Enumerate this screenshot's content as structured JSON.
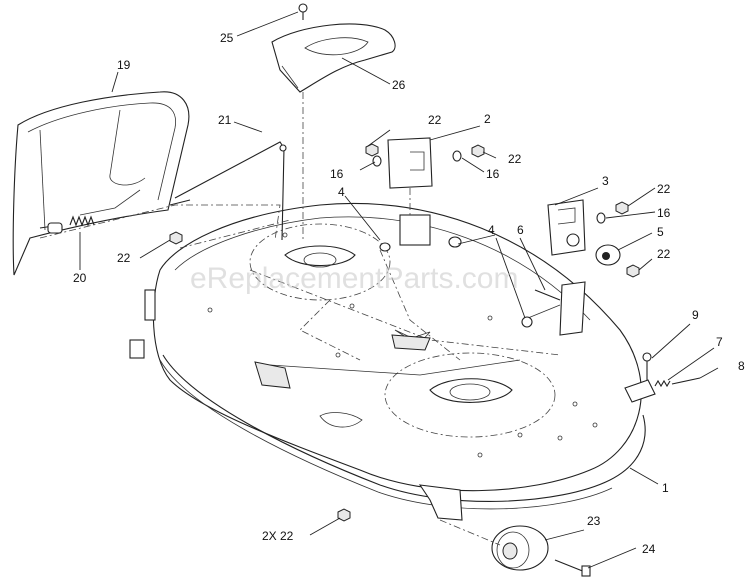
{
  "watermark": "eReplacementParts.com",
  "callouts": {
    "c1": "1",
    "c2": "2",
    "c3": "3",
    "c4a": "4",
    "c4b": "4",
    "c5": "5",
    "c6": "6",
    "c7": "7",
    "c8": "8",
    "c9": "9",
    "c16a": "16",
    "c16b": "16",
    "c16c": "16",
    "c19": "19",
    "c20": "20",
    "c21": "21",
    "c22a": "22",
    "c22b": "22",
    "c22c": "22",
    "c22d": "22",
    "c22e": "22",
    "c22f": "2X 22",
    "c23": "23",
    "c24": "24",
    "c25": "25",
    "c26": "26"
  }
}
